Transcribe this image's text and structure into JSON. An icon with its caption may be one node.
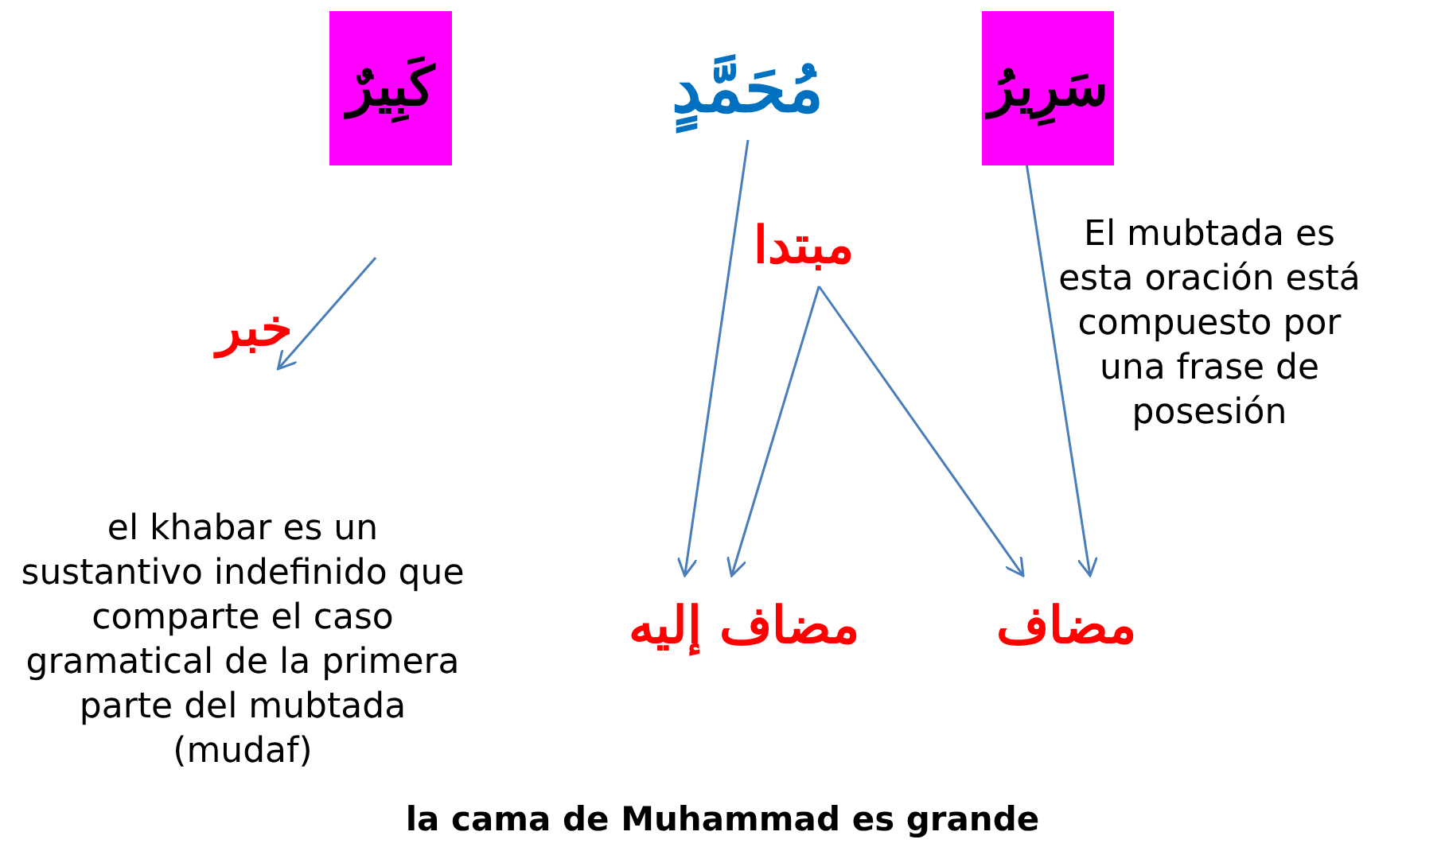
{
  "diagram": {
    "caption": "la cama de Muhammad es grande",
    "nodes": [
      {
        "text": [
          "كَبِيرٌ"
        ]
      },
      {
        "text": [
          "مُحَمَّدٍ"
        ]
      },
      {
        "text": [
          "سَرِيرُ"
        ]
      },
      {
        "text": [
          "خبر"
        ]
      },
      {
        "text": [
          "مبتدا"
        ]
      },
      {
        "text": [
          "مضاف إليه"
        ]
      },
      {
        "text": [
          "مضاف"
        ]
      },
      {
        "text": [
          "El mubtada es esta oración está compuesto por una frase de posesión"
        ]
      },
      {
        "text": [
          "el khabar es un sustantivo indefinido que comparte el caso gramatical de la primera parte del mubtada (mudaf)"
        ]
      }
    ],
    "edges": [
      {
        "from": null,
        "to": 3,
        "arrow": "to"
      },
      {
        "from": 1,
        "to": 5,
        "arrow": "to"
      },
      {
        "from": 4,
        "to": 5,
        "arrow": "to"
      },
      {
        "from": 4,
        "to": 6,
        "arrow": "to"
      },
      {
        "from": 2,
        "to": 6,
        "arrow": "to"
      }
    ]
  }
}
